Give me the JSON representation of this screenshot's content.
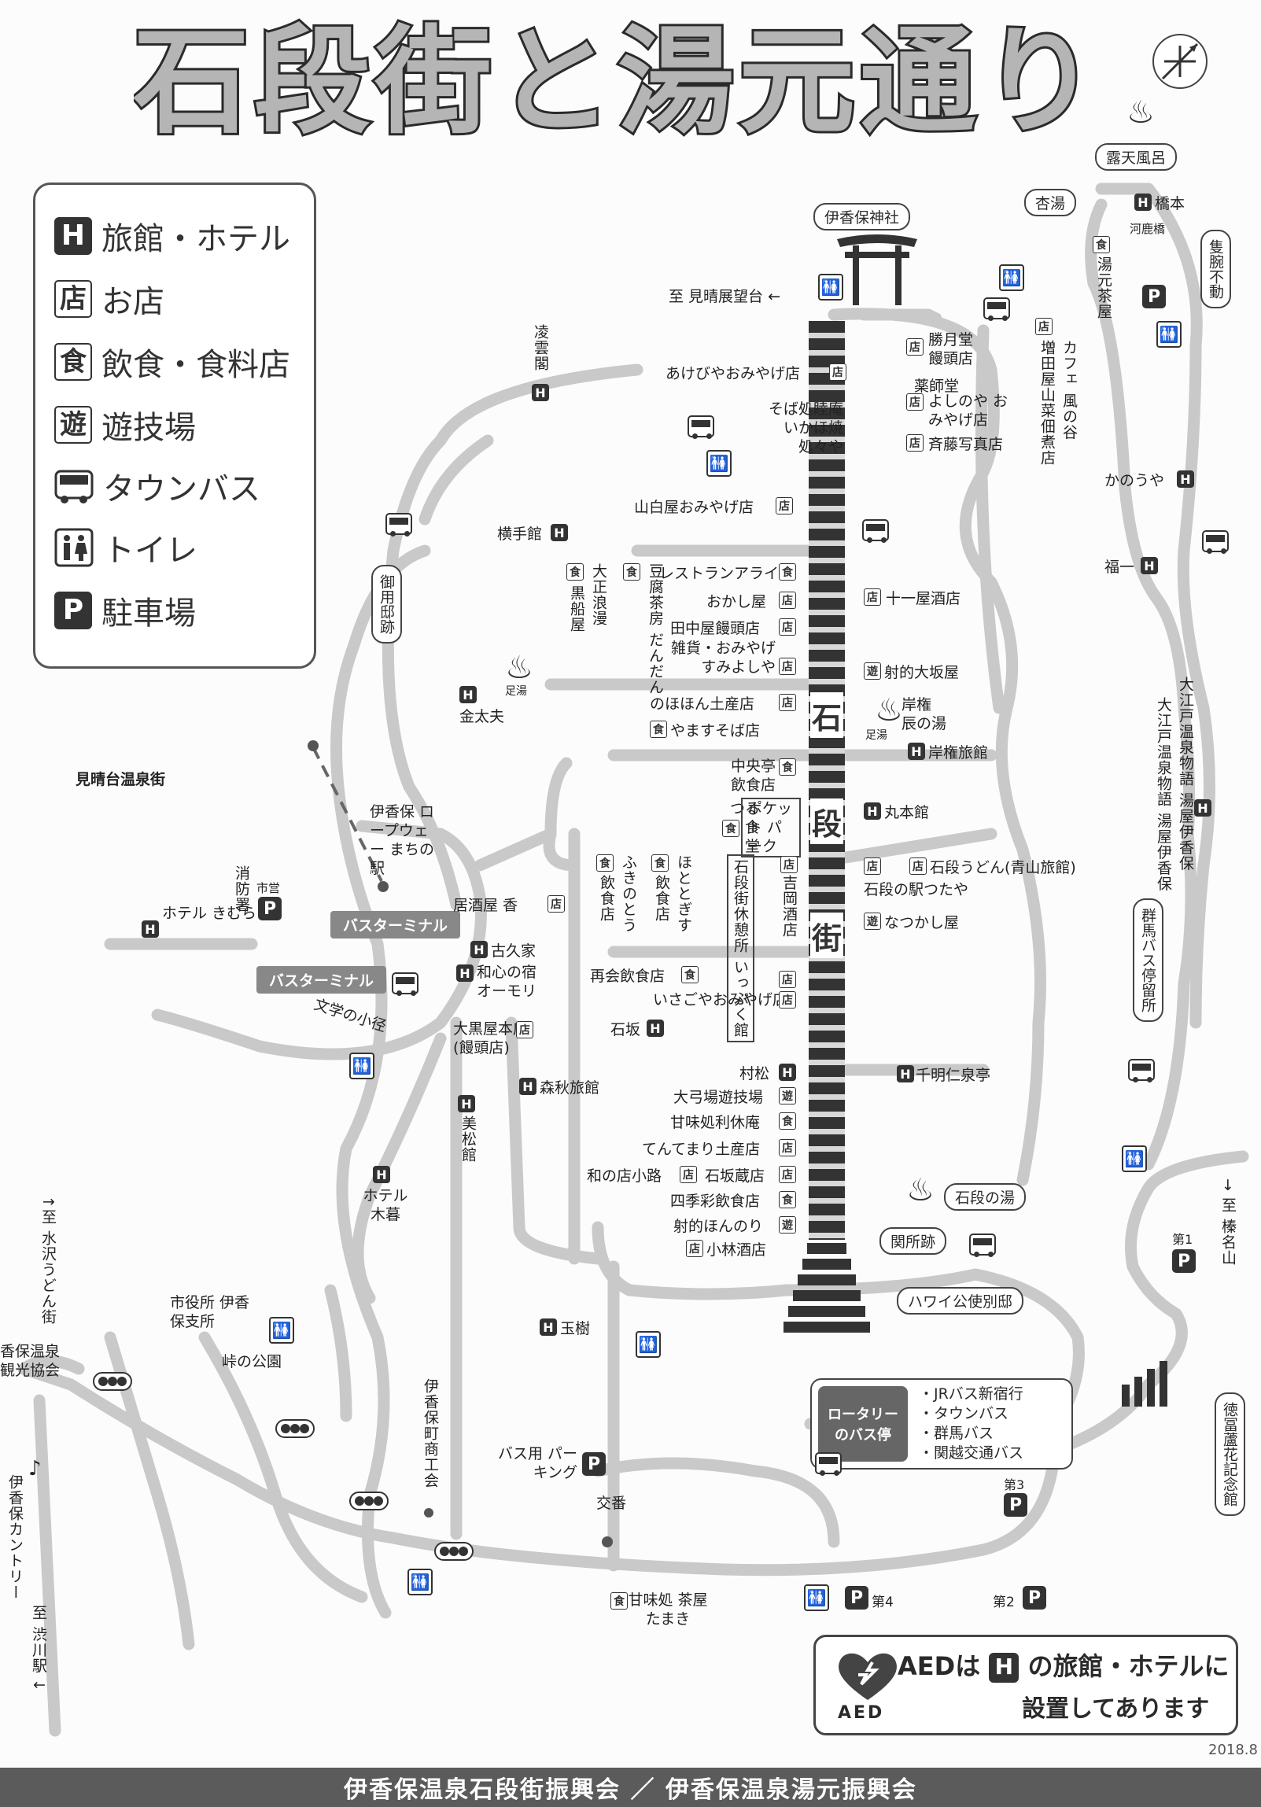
{
  "title": "石段街と湯元通り",
  "legend": [
    {
      "icon": "hotel-icon",
      "symbol": "H",
      "label": "旅館・ホテル"
    },
    {
      "icon": "shop-icon",
      "symbol": "店",
      "label": "お店"
    },
    {
      "icon": "restaurant-icon",
      "symbol": "食",
      "label": "飲食・食料店"
    },
    {
      "icon": "amusement-icon",
      "symbol": "遊",
      "label": "遊技場"
    },
    {
      "icon": "bus-icon",
      "symbol": "",
      "label": "タウンバス"
    },
    {
      "icon": "toilet-icon",
      "symbol": "🚻",
      "label": "トイレ"
    },
    {
      "icon": "parking-icon",
      "symbol": "P",
      "label": "駐車場"
    }
  ],
  "symbols": {
    "hotel": "H",
    "shop": "店",
    "food": "食",
    "amusement": "遊",
    "parking": "P",
    "wc": "🚻",
    "onsen": "♨"
  },
  "stone_steps_text": [
    "石",
    "段",
    "街"
  ],
  "labels": {
    "shrine": "伊香保神社",
    "to_observation": "至 見晴展望台 ←",
    "rotenburo": "露天風呂",
    "kouyu": "杏湯",
    "hashimoto": "橋本",
    "kajikabashi": "河鹿橋",
    "yumoto_chaya": "湯元茶屋",
    "setsuwan": "隻腕不動",
    "ryounkaku": "凌雲閣",
    "akebiya": "あけびやおみやげ店",
    "katsumatado": "勝月堂 饅頭店",
    "yakushido": "薬師堂",
    "cafe": "カフェ 風の谷",
    "masuda": "増田屋山菜佃煮店",
    "yoshinoya": "よしのや おみやげ店",
    "soba_mutsumi": "そば処睦庵 いかほ焼 処々や",
    "saito": "斉藤写真店",
    "kanouya": "かのうや",
    "yamashiroya": "山白屋おみやげ店",
    "yokotekan": "横手館",
    "fukuichi": "福一",
    "goyoutei": "御用邸跡",
    "taishoroman": "大正浪漫",
    "kurofuneya": "黒船屋",
    "tofu": "豆腐茶房 だんだん",
    "araiya": "レストランアライヤ",
    "okashiya": "おかし屋",
    "tanakaya": "田中屋饅頭店",
    "sumiyoshiya": "雑貨・おみやげ すみよしや",
    "juichiya": "十一屋酒店",
    "shatekiosaka": "射的大坂屋",
    "ashiyu1": "足湯",
    "kintayu": "金太夫",
    "nohohon": "のほほん土産店",
    "yamasu": "やますそば店",
    "kishigon_ashiyu": "足湯",
    "kishigon_tatsu": "岸権 辰の湯",
    "kishigon_ryokan": "岸権旅館",
    "miharashidai": "見晴台温泉街",
    "chuoutei": "中央亭 飲食店",
    "tsuruya": "つるや 食堂",
    "pocket_park": "ポケット パーク",
    "marumotokan": "丸本館",
    "oedo": "大江戸温泉物語 湯屋伊香保",
    "ropeway": "伊香保 ロープウェー まちの駅",
    "fukinotou": "ふきのとう",
    "hototogisu": "ほととぎす",
    "inshoku1": "飲食店",
    "inshoku2": "飲食店",
    "ippuku": "石段街休憩所 いっぷく館",
    "yoshioka": "吉岡酒店",
    "ishidan_udon": "石段うどん(青山旅館)",
    "eki_tsutaya": "石段の駅つたや",
    "natsukashiya": "なつかし屋",
    "shobousho": "消防署",
    "shiei": "市営",
    "hotel_kimura": "ホテル きむら",
    "izakaya": "居酒屋 香",
    "bus_terminal_1": "バスターミナル",
    "bus_terminal_2": "バスターミナル",
    "kokyuya": "古久家",
    "washin": "和心の宿 オーモリ",
    "gunma_bus": "群馬バス停留所",
    "saikai": "再会飲食店",
    "isagoya": "いさごやおみやげ店",
    "bungaku": "文学の小径",
    "daikokuya": "大黒屋本店 (饅頭店)",
    "ishizaka": "石坂",
    "muramatsu": "村松",
    "senmyoujin": "千明仁泉亭",
    "morishu": "森秋旅館",
    "daikyuba": "大弓場遊技場",
    "kanmi_rikyu": "甘味処利休庵",
    "tentemari": "てんてまり土産店",
    "mimatsukan": "美松館",
    "hotel_kogure": "ホテル 木暮",
    "nagomi": "和の店小路",
    "ishizakagura": "石坂蔵店",
    "shikisai": "四季彩飲食店",
    "ishidan_no_yu": "石段の湯",
    "shateki_honnori": "射的ほんのり",
    "kobayashi": "小林酒店",
    "sekisho": "関所跡",
    "to_mizusawa": "↑至 水沢うどん街",
    "to_haruna": "→ 至 榛名山",
    "daiichi": "第1",
    "hawaii": "ハワイ公使別邸",
    "shiyakusho": "市役所 伊香保支所",
    "tamaki": "玉樹",
    "kankou_kyoukai": "香保温泉 観光協会",
    "touge_park": "峠の公園",
    "shoukoukai": "伊香保町商工会",
    "tokutomi": "徳冨蘆花記念館",
    "bus_parking": "バス用 パーキング",
    "koban": "交番",
    "daisan": "第3",
    "country": "伊香保カントリー",
    "to_shibukawa": "至 渋川駅 ↓",
    "kanmi_tamaki": "甘味処 茶屋たまき",
    "daiyon": "第4",
    "daini": "第2"
  },
  "rotary": {
    "title": "ロータリー のバス停",
    "routes": [
      "・JRバス新宿行",
      "・タウンバス",
      "・群馬バス",
      "・関越交通バス"
    ]
  },
  "aed": {
    "mark": "AED",
    "line1_a": "AEDは",
    "line1_b": "の旅館・ホテルに",
    "line2": "設置してあります"
  },
  "date": "2018.8",
  "footer": "伊香保温泉石段街振興会 ／ 伊香保温泉湯元振興会"
}
